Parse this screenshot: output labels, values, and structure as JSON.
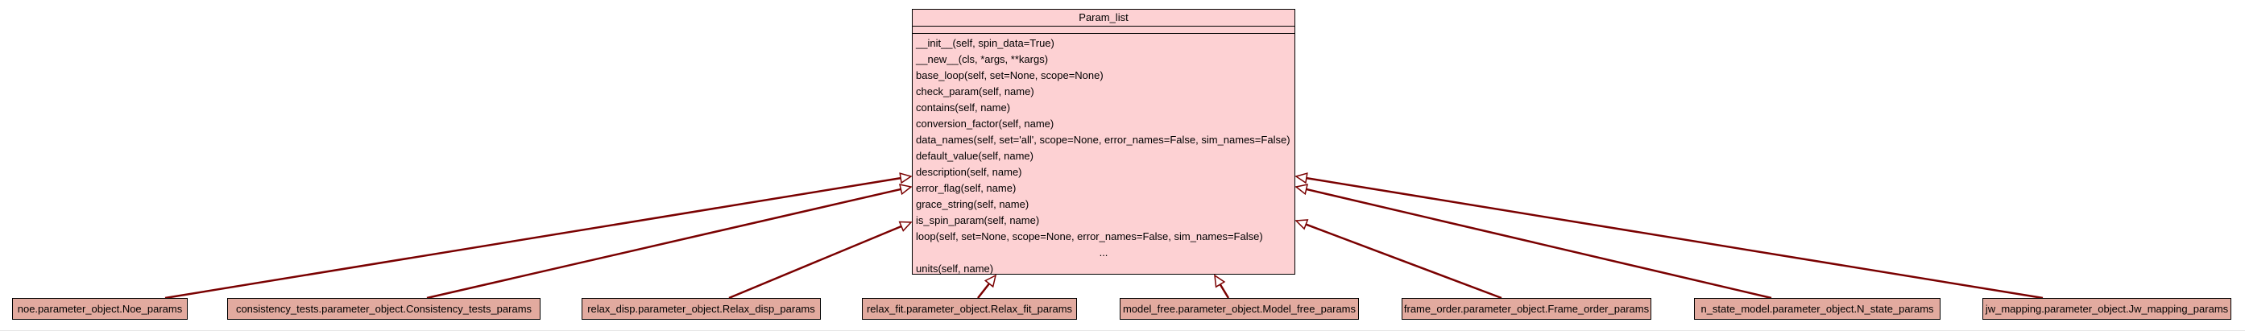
{
  "base_class": {
    "name": "Param_list",
    "methods": [
      "__init__(self, spin_data=True)",
      "__new__(cls, *args, **kargs)",
      "base_loop(self, set=None, scope=None)",
      "check_param(self, name)",
      "contains(self, name)",
      "conversion_factor(self, name)",
      "data_names(self, set='all', scope=None, error_names=False, sim_names=False)",
      "default_value(self, name)",
      "description(self, name)",
      "error_flag(self, name)",
      "grace_string(self, name)",
      "is_spin_param(self, name)",
      "loop(self, set=None, scope=None, error_names=False, sim_names=False)",
      "...",
      "units(self, name)"
    ]
  },
  "subclasses": [
    "noe.parameter_object.Noe_params",
    "consistency_tests.parameter_object.Consistency_tests_params",
    "relax_disp.parameter_object.Relax_disp_params",
    "relax_fit.parameter_object.Relax_fit_params",
    "model_free.parameter_object.Model_free_params",
    "frame_order.parameter_object.Frame_order_params",
    "n_state_model.parameter_object.N_state_params",
    "jw_mapping.parameter_object.Jw_mapping_params"
  ],
  "colors": {
    "base_fill": "#fdd1d3",
    "sub_fill": "#e2aa9f",
    "edge": "#7a0000"
  }
}
